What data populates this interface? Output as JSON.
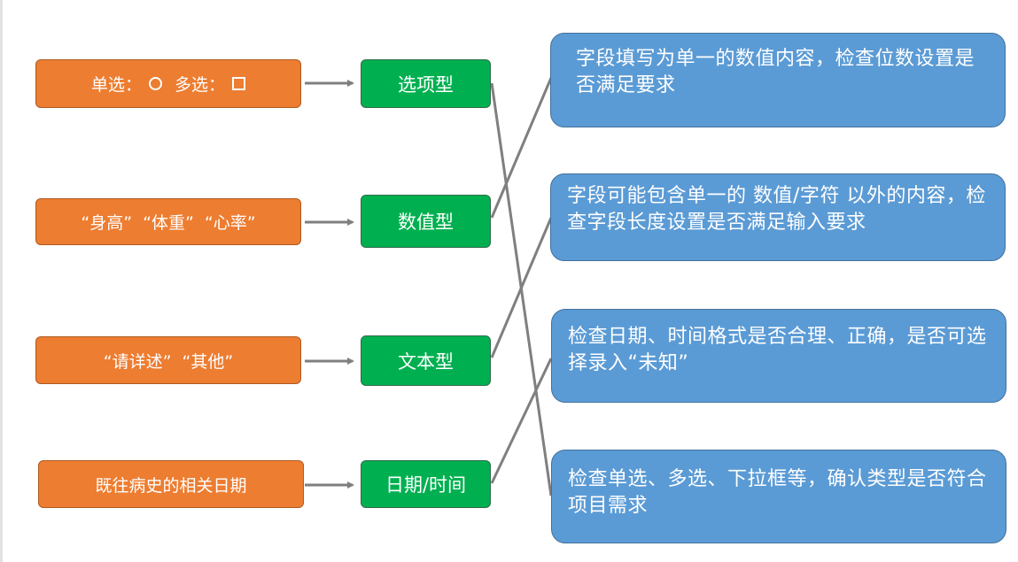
{
  "examples": {
    "choice": {
      "single_label": "单选：",
      "multi_label": "多选："
    },
    "numeric": "“身高”  “体重”  “心率”",
    "text": "“请详述”  “其他”",
    "date": "既往病史的相关日期"
  },
  "types": {
    "option": "选项型",
    "numeric": "数值型",
    "text": "文本型",
    "date": "日期/时间"
  },
  "checks": {
    "numeric": "字段填写为单一的数值内容，检查位数设置是否满足要求",
    "text": "字段可能包含单一的 数值/字符 以外的内容，检查字段长度设置是否满足输入要求",
    "date": "检查日期、时间格式是否合理、正确，是否可选择录入“未知”",
    "option": "检查单选、多选、下拉框等，确认类型是否符合项目需求"
  },
  "colors": {
    "example": "#ed7d31",
    "type": "#00b050",
    "check": "#5b9bd5",
    "connector": "#7f7f7f"
  }
}
